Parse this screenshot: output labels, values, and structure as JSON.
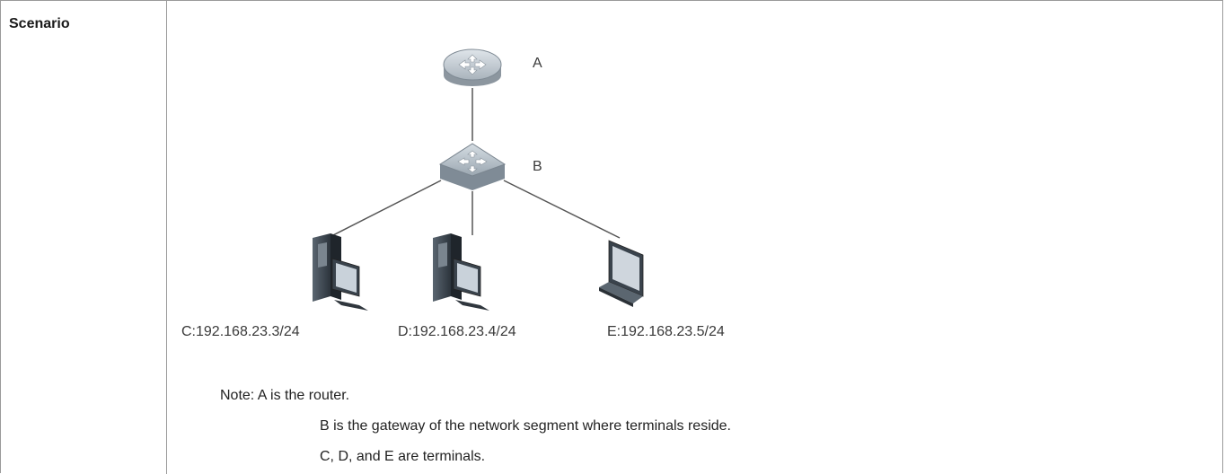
{
  "table": {
    "label": "Scenario"
  },
  "diagram": {
    "router": {
      "label": "A",
      "icon": "router-icon"
    },
    "switch": {
      "label": "B",
      "icon": "switch-icon"
    },
    "terminals": [
      {
        "label": "C:192.168.23.3/24",
        "icon": "desktop-pc-icon"
      },
      {
        "label": "D:192.168.23.4/24",
        "icon": "desktop-pc-icon"
      },
      {
        "label": "E:192.168.23.5/24",
        "icon": "laptop-icon"
      }
    ]
  },
  "notes": {
    "line1": "Note: A is the router.",
    "line2": "B is the gateway of the network segment where terminals reside.",
    "line3": "C, D, and E are terminals."
  }
}
